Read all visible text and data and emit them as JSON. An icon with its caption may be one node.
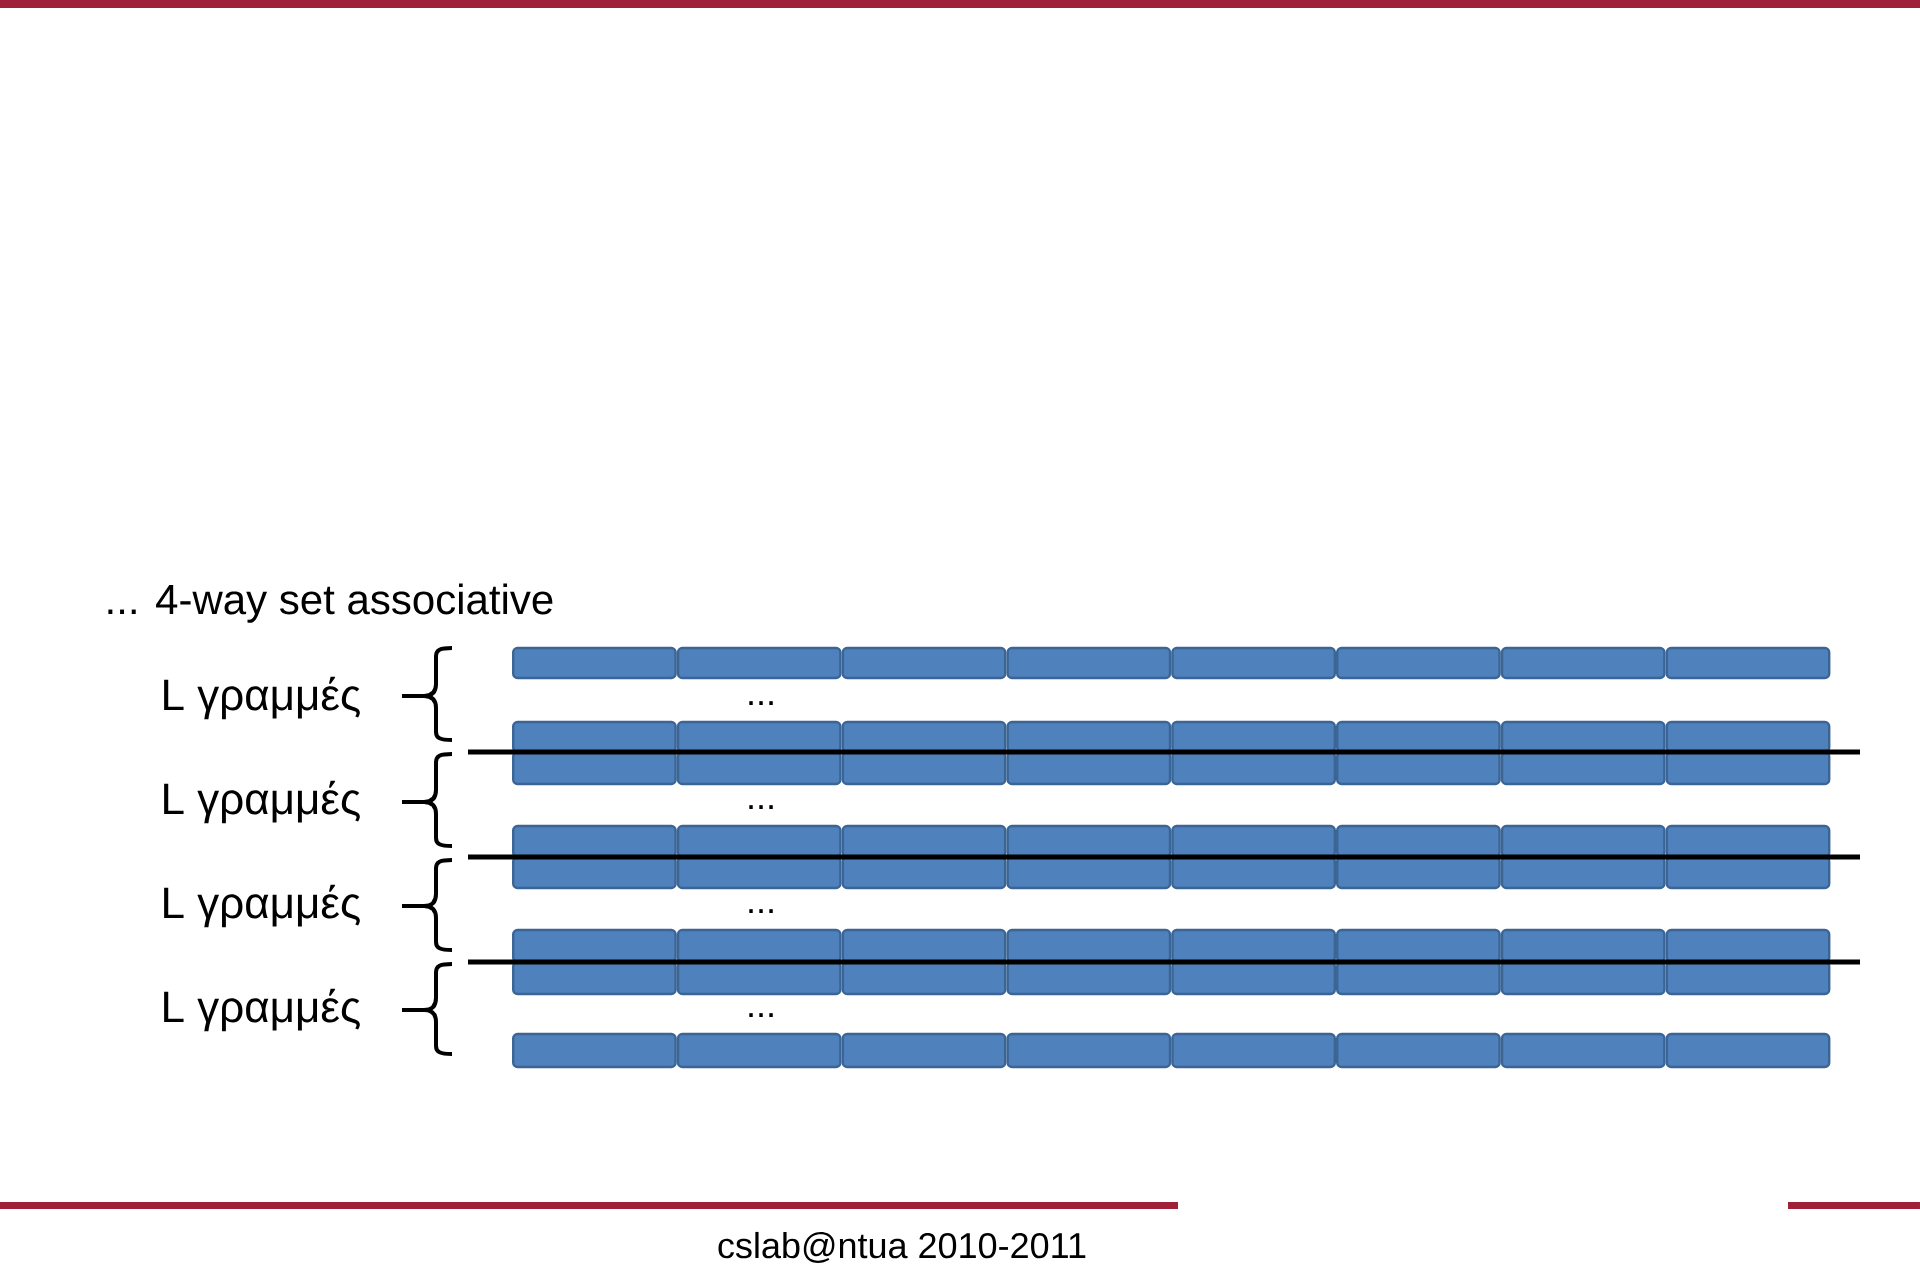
{
  "diagram": {
    "title": "... 4-way set associative",
    "labels": [
      "L γραμμές",
      "...",
      "L γραμμές",
      "...",
      "L γραμμές",
      "...",
      "L γραμμές",
      "...",
      "cslab@ntua 2010-2011"
    ]
  }
}
